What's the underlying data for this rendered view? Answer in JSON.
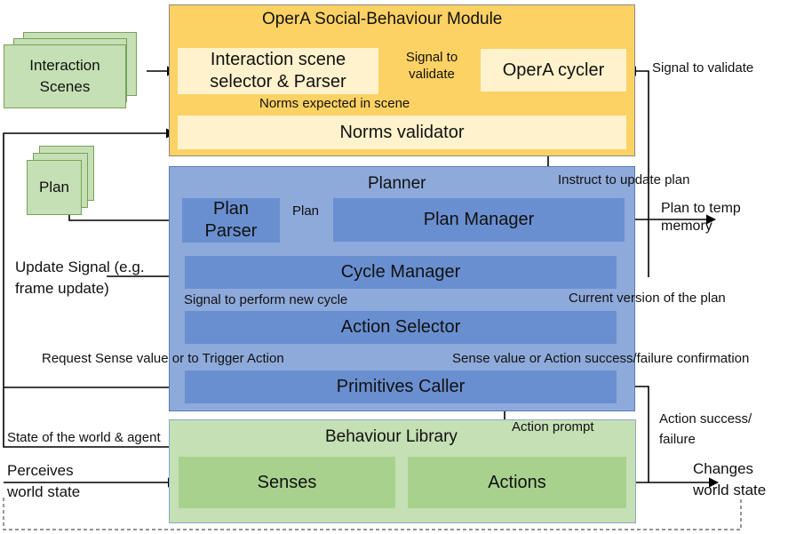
{
  "module": {
    "title": "OperA Social-Behaviour Module",
    "scene_selector": "Interaction scene selector & Parser",
    "cycler": "OperA cycler",
    "validator": "Norms validator"
  },
  "planner": {
    "title": "Planner",
    "plan_parser": "Plan Parser",
    "plan_manager": "Plan Manager",
    "cycle_manager": "Cycle Manager",
    "action_selector": "Action Selector",
    "primitives_caller": "Primitives Caller"
  },
  "library": {
    "title": "Behaviour Library",
    "senses": "Senses",
    "actions": "Actions"
  },
  "inputs": {
    "interaction_scenes": "Interaction Scenes",
    "plan": "Plan"
  },
  "labels": {
    "signal_to_validate_inner": "Signal to validate",
    "signal_to_validate_outer": "Signal to validate",
    "norms_expected": "Norms expected in scene",
    "instruct_update": "Instruct to update plan",
    "plan_arrow": "Plan",
    "plan_to_memory": "Plan to temp memory",
    "update_signal": "Update Signal (e.g. frame update)",
    "signal_new_cycle": "Signal to perform new cycle",
    "current_version": "Current version of the plan",
    "request_sense": "Request Sense value or to Trigger Action",
    "sense_value": "Sense value or Action success/failure confirmation",
    "action_success": "Action success/ failure",
    "action_prompt": "Action prompt",
    "state_world": "State of the world & agent",
    "perceives": "Perceives world state",
    "changes": "Changes world state"
  },
  "colors": {
    "module_bg": "#fdd264",
    "cream": "#fff2cc",
    "planner_bg": "#8eaadb",
    "planner_inner": "#6a8fd0",
    "library_bg": "#c5e0b4",
    "library_inner": "#a9d18e"
  }
}
